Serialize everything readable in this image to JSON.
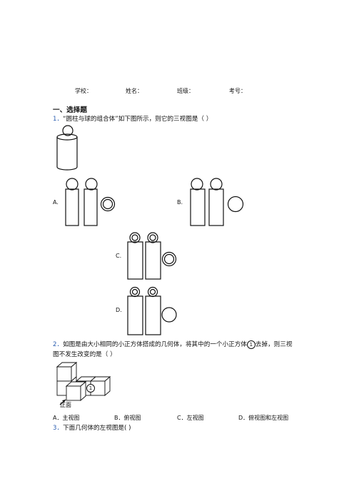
{
  "header": {
    "school_label": "学校：",
    "name_label": "姓名：",
    "class_label": "班级：",
    "exam_no_label": "考号："
  },
  "section": {
    "title": "一、选择题"
  },
  "q1": {
    "number": "1．",
    "text": "“圆柱与球的组合体”如下图所示，则它的三视图是（    ）",
    "option_labels": [
      "A.",
      "B.",
      "C.",
      "D."
    ]
  },
  "q2": {
    "number": "2．",
    "line1_pre": "如图是由大小相同的小正方体搭成的几何体，将其中的一个小正方体",
    "circle_num": "1",
    "line1_post": "去掉，则三视",
    "line2": "图不发生改变的是（    ）",
    "figure_label": "正面",
    "options": [
      "A．主视图",
      "B．俯视图",
      "C．左视图",
      "D．俯视图和左视图"
    ]
  },
  "q3": {
    "number": "3．",
    "text": "下面几何体的左视图是(         )"
  }
}
